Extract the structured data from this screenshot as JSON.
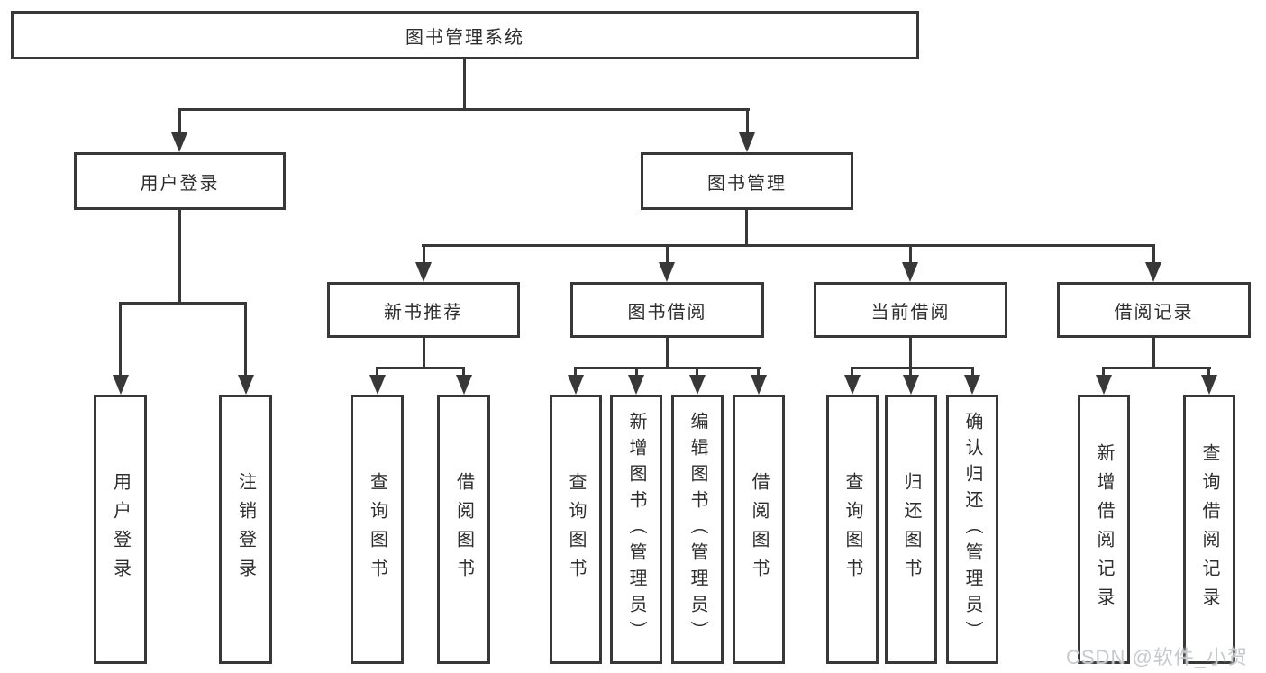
{
  "diagram_title": "图书管理系统",
  "nodes": {
    "root": "图书管理系统",
    "user_login": "用户登录",
    "book_management": "图书管理",
    "new_book_recommend": "新书推荐",
    "book_borrowing": "图书借阅",
    "current_borrowing": "当前借阅",
    "borrowing_records": "借阅记录",
    "leaf_user_login": "用户登录",
    "leaf_logout_login": "注销登录",
    "leaf_nbr_query_books": "查询图书",
    "leaf_nbr_borrow_books": "借阅图书",
    "leaf_bb_query_books": "查询图书",
    "leaf_bb_add_books_admin": "新增图书（管理员）",
    "leaf_bb_edit_books_admin": "编辑图书（管理员）",
    "leaf_bb_borrow_books": "借阅图书",
    "leaf_cb_query_books": "查询图书",
    "leaf_cb_return_books": "归还图书",
    "leaf_cb_confirm_return_admin": "确认归还（管理员）",
    "leaf_br_add_record": "新增借阅记录",
    "leaf_br_query_record": "查询借阅记录"
  },
  "watermark": "CSDN @软件_小贺同学",
  "colors": {
    "line": "#383838",
    "node_text": "#2e2e2e",
    "watermark": "#c6cacf",
    "background": "#ffffff"
  }
}
